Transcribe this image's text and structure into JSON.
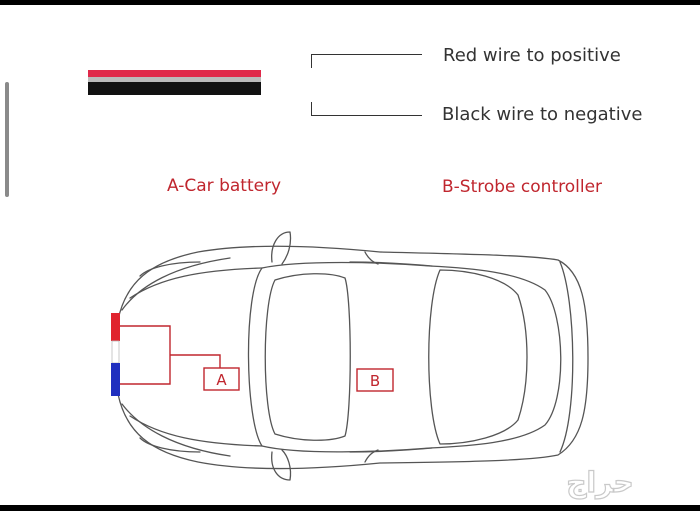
{
  "legend": {
    "red_wire": "Red wire to positive",
    "black_wire": "Black wire to negative"
  },
  "labels": {
    "car_battery": "A-Car battery",
    "strobe_controller": "B-Strobe controller"
  },
  "boxes": {
    "a": "A",
    "b": "B"
  },
  "watermark": "حراج",
  "colors": {
    "accent_red": "#c0262e",
    "wire_red": "#e0294a",
    "light_blue": "#1f2fbf"
  }
}
